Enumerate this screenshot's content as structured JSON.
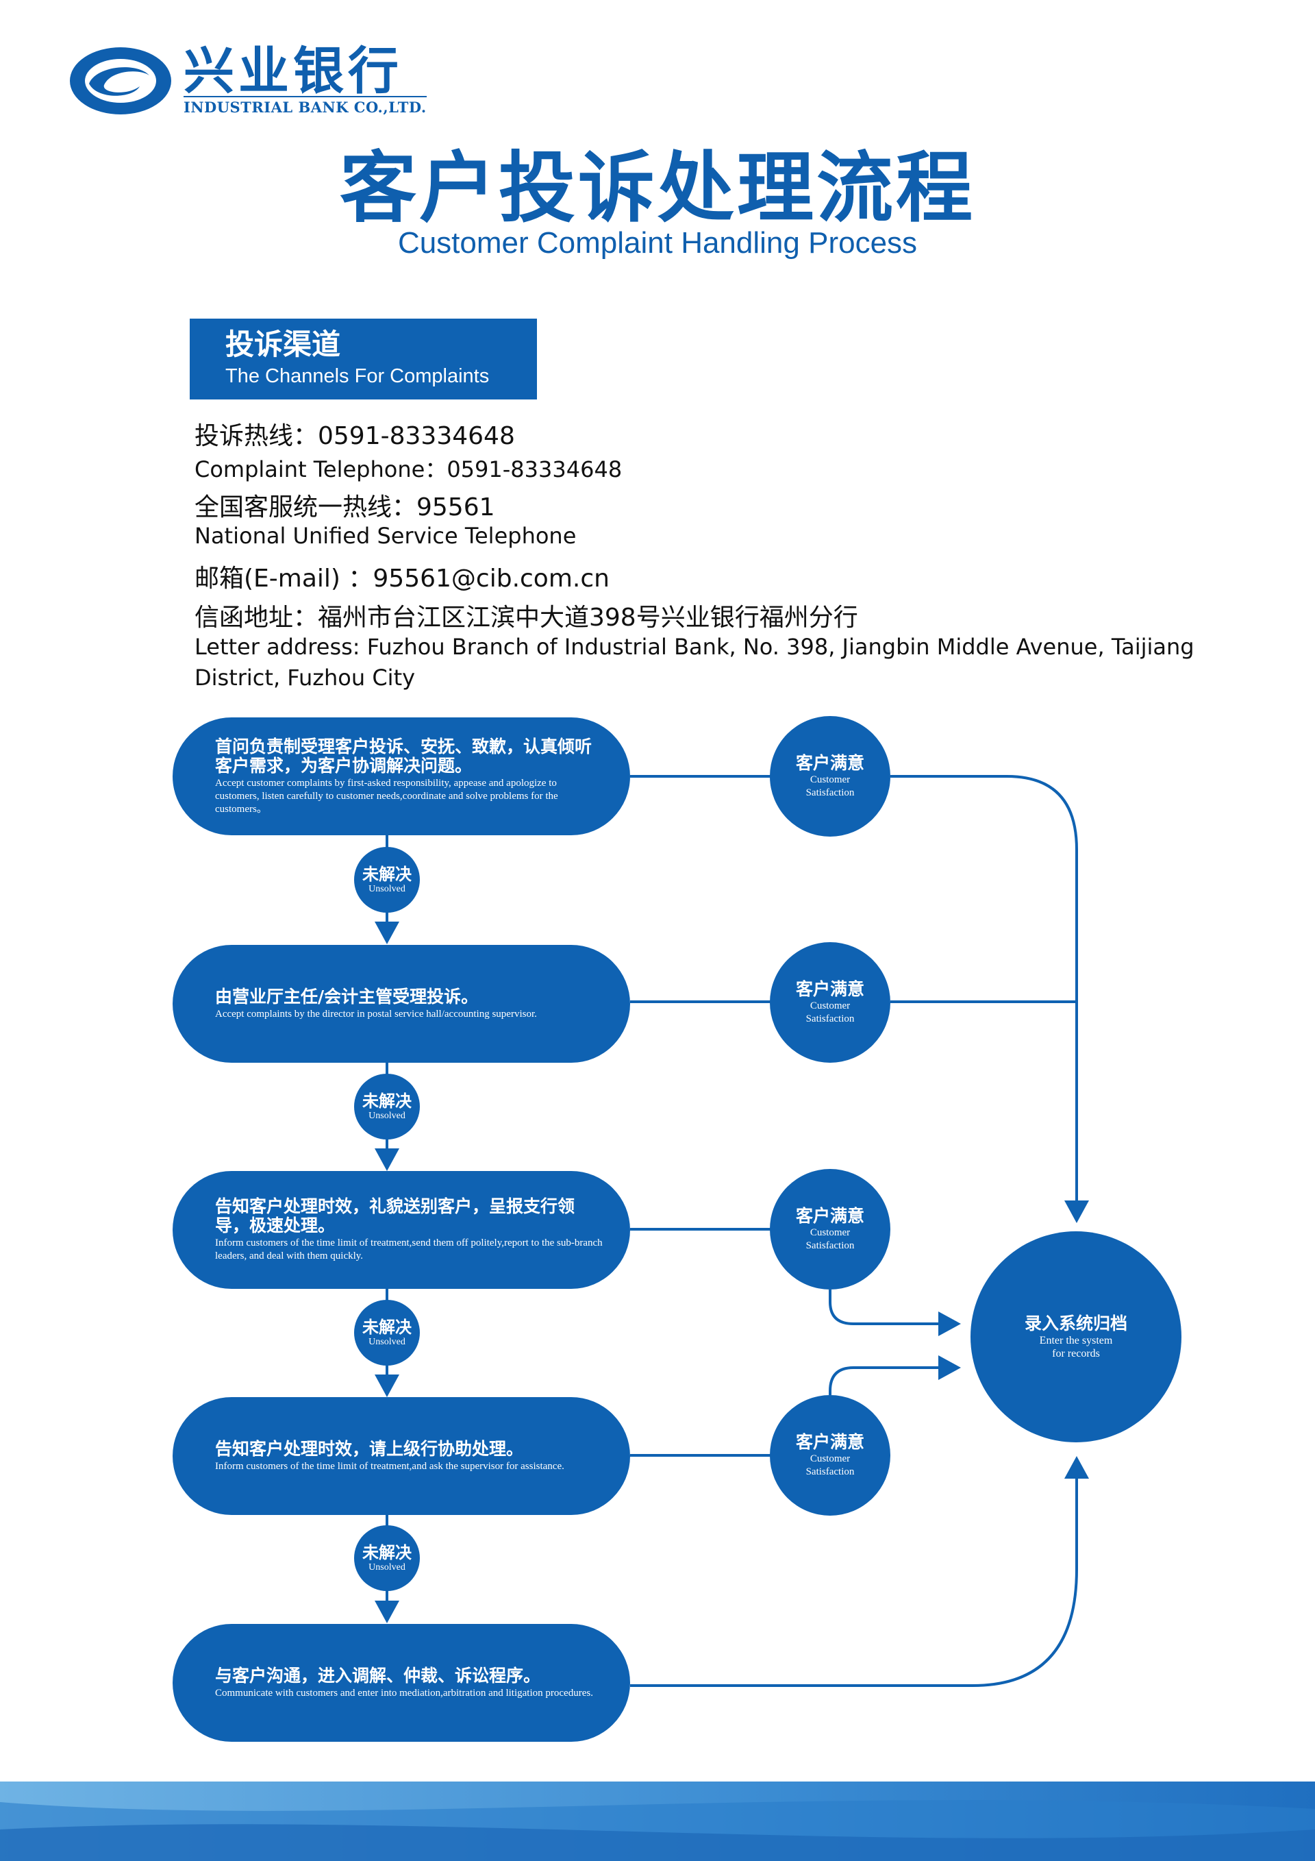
{
  "brand": {
    "name_cn": "兴业银行",
    "name_en": "INDUSTRIAL BANK CO.,LTD."
  },
  "title": {
    "cn": "客户投诉处理流程",
    "en": "Customer Complaint Handling Process"
  },
  "channels": {
    "header_cn": "投诉渠道",
    "header_en": "The Channels For Complaints",
    "lines": [
      "投诉热线：0591-83334648",
      "Complaint Telephone：0591-83334648",
      "全国客服统一热线：95561",
      "National Unified Service Telephone",
      "邮箱(E-mail) ：95561@cib.com.cn",
      "信函地址：福州市台江区江滨中大道398号兴业银行福州分行",
      "Letter address:  Fuzhou Branch of Industrial Bank, No. 398, Jiangbin Middle Avenue, Taijiang",
      "District, Fuzhou City"
    ]
  },
  "flow": {
    "steps": [
      {
        "cn": "首问负责制受理客户投诉、安抚、致歉，认真倾听客户需求，为客户协调解决问题。",
        "en": "Accept customer complaints by first-asked responsibility, appease and apologize to customers, listen carefully to customer needs,coordinate and solve problems for the customers。"
      },
      {
        "cn": "由营业厅主任/会计主管受理投诉。",
        "en": "Accept complaints by the director in postal service hall/accounting supervisor."
      },
      {
        "cn": "告知客户处理时效，礼貌送别客户，呈报支行领导，极速处理。",
        "en": "Inform customers of the time limit of treatment,send them off politely,report to the sub-branch leaders, and deal with them quickly."
      },
      {
        "cn": "告知客户处理时效，请上级行协助处理。",
        "en": "Inform customers of the time limit of treatment,and ask the supervisor for assistance."
      },
      {
        "cn": "与客户沟通，进入调解、仲裁、诉讼程序。",
        "en": "Communicate with customers and enter into mediation,arbitration and litigation procedures."
      }
    ],
    "unsolved": {
      "cn": "未解决",
      "en": "Unsolved"
    },
    "satisfaction": {
      "cn": "客户满意",
      "en_line1": "Customer",
      "en_line2": "Satisfaction"
    },
    "archive": {
      "cn": "录入系统归档",
      "en_line1": "Enter the system",
      "en_line2": "for records"
    }
  },
  "colors": {
    "primary": "#0f62b2",
    "brand": "#0f5fae",
    "wave_light": "#6fb3e4",
    "wave_dark": "#1f6fc0"
  }
}
